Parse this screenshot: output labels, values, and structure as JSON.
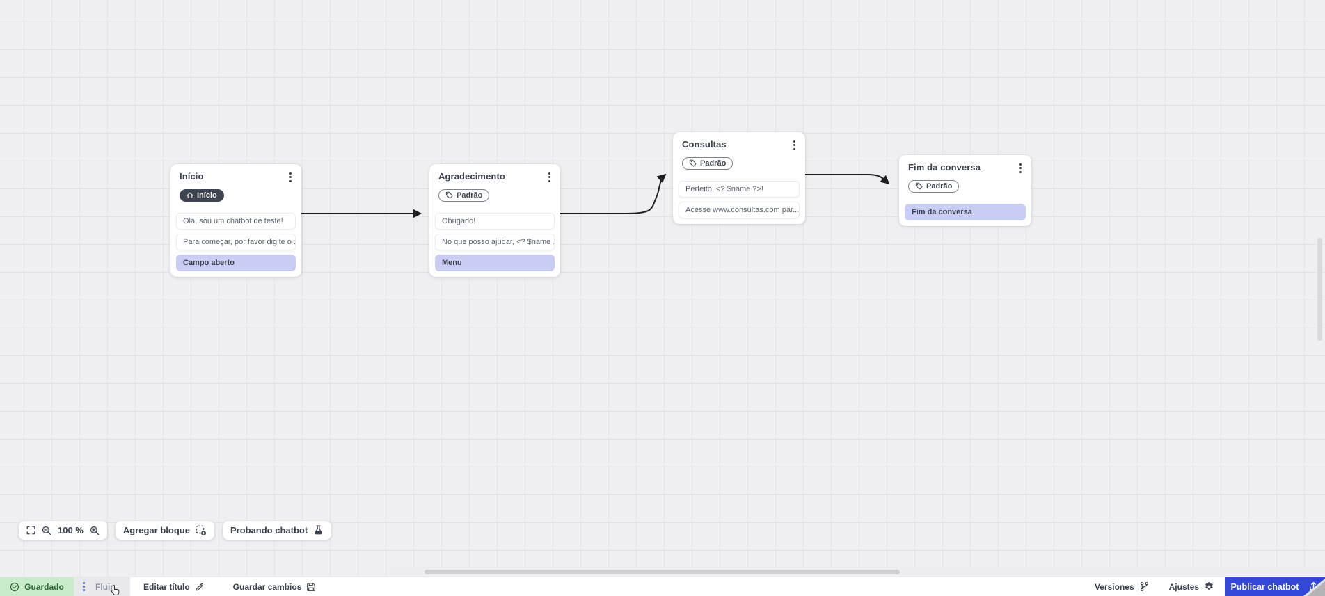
{
  "canvas": {
    "nodes": [
      {
        "title": "Início",
        "badge": {
          "label": "Início",
          "style": "dark",
          "icon": "home-icon"
        },
        "rows": [
          {
            "text": "Olá, sou um chatbot de teste!",
            "highlight": false
          },
          {
            "text": "Para começar, por favor digite o ...",
            "highlight": false
          },
          {
            "text": "Campo aberto",
            "highlight": true
          }
        ]
      },
      {
        "title": "Agradecimento",
        "badge": {
          "label": "Padrão",
          "style": "outline",
          "icon": "tag-icon"
        },
        "rows": [
          {
            "text": "Obrigado!",
            "highlight": false
          },
          {
            "text": "No que posso ajudar, <? $name ...",
            "highlight": false
          },
          {
            "text": "Menu",
            "highlight": true
          }
        ]
      },
      {
        "title": "Consultas",
        "badge": {
          "label": "Padrão",
          "style": "outline",
          "icon": "tag-icon"
        },
        "rows": [
          {
            "text": "Perfeito, <? $name ?>!",
            "highlight": false
          },
          {
            "text": "Acesse www.consultas.com par...",
            "highlight": false
          }
        ]
      },
      {
        "title": "Fim da conversa",
        "badge": {
          "label": "Padrão",
          "style": "outline",
          "icon": "tag-icon"
        },
        "rows": [
          {
            "text": "Fim da conversa",
            "highlight": true
          }
        ]
      }
    ]
  },
  "floating_toolbar": {
    "zoom_level": "100 %",
    "add_block_label": "Agregar bloque",
    "test_chatbot_label": "Probando chatbot"
  },
  "statusbar": {
    "saved_label": "Guardado",
    "flow_tab_label": "Fluir",
    "edit_title_label": "Editar título",
    "save_changes_label": "Guardar cambios",
    "versions_label": "Versiones",
    "settings_label": "Ajustes",
    "publish_label": "Publicar chatbot"
  },
  "icons": {
    "home-icon": "⌂",
    "tag-icon": "🏷",
    "kebab-menu-icon": "⋮",
    "fullscreen-icon": "corner brackets",
    "zoom-out-icon": "magnifier minus",
    "zoom-in-icon": "magnifier plus",
    "add-block-icon": "dashed square plus",
    "flask-icon": "test flask",
    "check-circle-icon": "✓ in circle",
    "pencil-icon": "✎",
    "save-icon": "floppy disk",
    "branch-icon": "version branch",
    "gear-icon": "⚙",
    "publish-icon": "upload tray arrow",
    "pointer-cursor": "hand cursor"
  },
  "colors": {
    "accent_blue": "#3448d8",
    "saved_green_bg": "#c8ecca",
    "saved_green_text": "#2e6637",
    "highlight_lavender": "#c7cdf3",
    "badge_dark": "#3e4351",
    "edge_stroke": "#1d1d22",
    "canvas_bg": "#efeff1"
  }
}
